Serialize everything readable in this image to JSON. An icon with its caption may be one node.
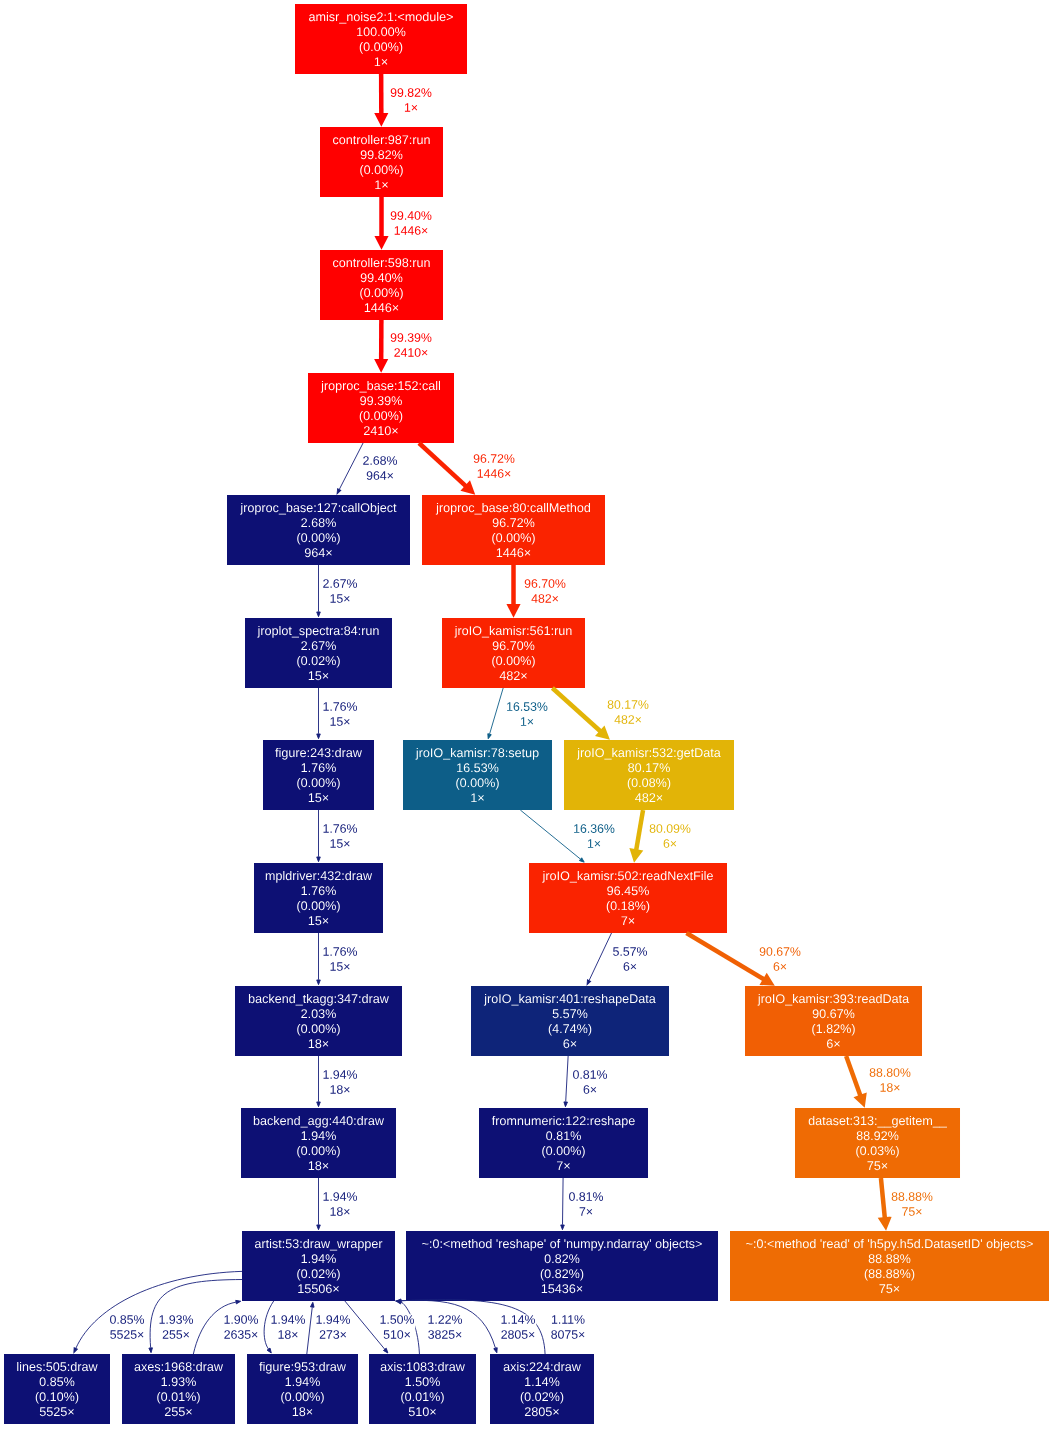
{
  "diagram": {
    "nodes": [
      {
        "text": [
          "amisr_noise2:1:<module>",
          "100.00%",
          "(0.00%)",
          "1×"
        ]
      },
      {
        "text": [
          "controller:987:run",
          "99.82%",
          "(0.00%)",
          "1×"
        ]
      },
      {
        "text": [
          "controller:598:run",
          "99.40%",
          "(0.00%)",
          "1446×"
        ]
      },
      {
        "text": [
          "jroproc_base:152:call",
          "99.39%",
          "(0.00%)",
          "2410×"
        ]
      },
      {
        "text": [
          "jroproc_base:127:callObject",
          "2.68%",
          "(0.00%)",
          "964×"
        ]
      },
      {
        "text": [
          "jroproc_base:80:callMethod",
          "96.72%",
          "(0.00%)",
          "1446×"
        ]
      },
      {
        "text": [
          "jroplot_spectra:84:run",
          "2.67%",
          "(0.02%)",
          "15×"
        ]
      },
      {
        "text": [
          "jroIO_kamisr:561:run",
          "96.70%",
          "(0.00%)",
          "482×"
        ]
      },
      {
        "text": [
          "figure:243:draw",
          "1.76%",
          "(0.00%)",
          "15×"
        ]
      },
      {
        "text": [
          "jroIO_kamisr:78:setup",
          "16.53%",
          "(0.00%)",
          "1×"
        ]
      },
      {
        "text": [
          "jroIO_kamisr:532:getData",
          "80.17%",
          "(0.08%)",
          "482×"
        ]
      },
      {
        "text": [
          "mpldriver:432:draw",
          "1.76%",
          "(0.00%)",
          "15×"
        ]
      },
      {
        "text": [
          "jroIO_kamisr:502:readNextFile",
          "96.45%",
          "(0.18%)",
          "7×"
        ]
      },
      {
        "text": [
          "backend_tkagg:347:draw",
          "2.03%",
          "(0.00%)",
          "18×"
        ]
      },
      {
        "text": [
          "jroIO_kamisr:401:reshapeData",
          "5.57%",
          "(4.74%)",
          "6×"
        ]
      },
      {
        "text": [
          "jroIO_kamisr:393:readData",
          "90.67%",
          "(1.82%)",
          "6×"
        ]
      },
      {
        "text": [
          "backend_agg:440:draw",
          "1.94%",
          "(0.00%)",
          "18×"
        ]
      },
      {
        "text": [
          "fromnumeric:122:reshape",
          "0.81%",
          "(0.00%)",
          "7×"
        ]
      },
      {
        "text": [
          "dataset:313:__getitem__",
          "88.92%",
          "(0.03%)",
          "75×"
        ]
      },
      {
        "text": [
          "artist:53:draw_wrapper",
          "1.94%",
          "(0.02%)",
          "15506×"
        ]
      },
      {
        "text": [
          "~:0:<method 'reshape' of 'numpy.ndarray' objects>",
          "0.82%",
          "(0.82%)",
          "15436×"
        ]
      },
      {
        "text": [
          "~:0:<method 'read' of 'h5py.h5d.DatasetID' objects>",
          "88.88%",
          "(88.88%)",
          "75×"
        ]
      },
      {
        "text": [
          "lines:505:draw",
          "0.85%",
          "(0.10%)",
          "5525×"
        ]
      },
      {
        "text": [
          "axes:1968:draw",
          "1.93%",
          "(0.01%)",
          "255×"
        ]
      },
      {
        "text": [
          "figure:953:draw",
          "1.94%",
          "(0.00%)",
          "18×"
        ]
      },
      {
        "text": [
          "axis:1083:draw",
          "1.50%",
          "(0.01%)",
          "510×"
        ]
      },
      {
        "text": [
          "axis:224:draw",
          "1.14%",
          "(0.02%)",
          "2805×"
        ]
      }
    ],
    "edges": [
      {
        "from": 0,
        "to": 1,
        "arrow": "to",
        "label": "99.82% 1×",
        "style": "thick",
        "color": "#ff0000"
      },
      {
        "from": 1,
        "to": 2,
        "arrow": "to",
        "label": "99.40% 1446×",
        "style": "thick",
        "color": "#ff0000"
      },
      {
        "from": 2,
        "to": 3,
        "arrow": "to",
        "label": "99.39% 2410×",
        "style": "thick",
        "color": "#ff0000"
      },
      {
        "from": 3,
        "to": 4,
        "arrow": "to",
        "label": "2.68% 964×"
      },
      {
        "from": 3,
        "to": 5,
        "arrow": "to",
        "label": "96.72% 1446×",
        "style": "thick",
        "color": "#fa2300"
      },
      {
        "from": 4,
        "to": 6,
        "arrow": "to",
        "label": "2.67% 15×"
      },
      {
        "from": 5,
        "to": 7,
        "arrow": "to",
        "label": "96.70% 482×",
        "style": "thick",
        "color": "#fa2300"
      },
      {
        "from": 6,
        "to": 8,
        "arrow": "to",
        "label": "1.76% 15×"
      },
      {
        "from": 7,
        "to": 9,
        "arrow": "to",
        "label": "16.53% 1×",
        "color": "#0d5e88"
      },
      {
        "from": 7,
        "to": 10,
        "arrow": "to",
        "label": "80.17% 482×",
        "style": "thick",
        "color": "#e2b407"
      },
      {
        "from": 8,
        "to": 11,
        "arrow": "to",
        "label": "1.76% 15×"
      },
      {
        "from": 9,
        "to": 12,
        "arrow": "to",
        "label": "16.36% 1×",
        "color": "#0d5e88"
      },
      {
        "from": 10,
        "to": 12,
        "arrow": "to",
        "label": "80.09% 6×",
        "style": "thick",
        "color": "#e2b407"
      },
      {
        "from": 11,
        "to": 13,
        "arrow": "to",
        "label": "1.76% 15×"
      },
      {
        "from": 12,
        "to": 14,
        "arrow": "to",
        "label": "5.57% 6×"
      },
      {
        "from": 12,
        "to": 15,
        "arrow": "to",
        "label": "90.67% 6×",
        "style": "thick",
        "color": "#f06004"
      },
      {
        "from": 13,
        "to": 16,
        "arrow": "to",
        "label": "1.94% 18×"
      },
      {
        "from": 14,
        "to": 17,
        "arrow": "to",
        "label": "0.81% 6×"
      },
      {
        "from": 15,
        "to": 18,
        "arrow": "to",
        "label": "88.80% 18×",
        "style": "thick",
        "color": "#ef6b04"
      },
      {
        "from": 16,
        "to": 19,
        "arrow": "to",
        "label": "1.94% 18×"
      },
      {
        "from": 17,
        "to": 20,
        "arrow": "to",
        "label": "0.81% 7×"
      },
      {
        "from": 18,
        "to": 21,
        "arrow": "to",
        "label": "88.88% 75×",
        "style": "thick",
        "color": "#ee6c04"
      },
      {
        "from": 19,
        "to": 22,
        "arrow": "to",
        "label": "0.85% 5525×"
      },
      {
        "from": 19,
        "to": 23,
        "arrow": "to",
        "label": "1.93% 255×"
      },
      {
        "from": 23,
        "to": 19,
        "arrow": "to",
        "label": "1.90% 2635×"
      },
      {
        "from": 19,
        "to": 24,
        "arrow": "to",
        "label": "1.94% 18×"
      },
      {
        "from": 24,
        "to": 19,
        "arrow": "to",
        "label": "1.94% 273×"
      },
      {
        "from": 19,
        "to": 25,
        "arrow": "to",
        "label": "1.50% 510×"
      },
      {
        "from": 25,
        "to": 19,
        "arrow": "to",
        "label": "1.22% 3825×"
      },
      {
        "from": 19,
        "to": 26,
        "arrow": "to",
        "label": "1.14% 2805×"
      },
      {
        "from": 26,
        "to": 19,
        "arrow": "to",
        "label": "1.11% 8075×"
      }
    ]
  }
}
